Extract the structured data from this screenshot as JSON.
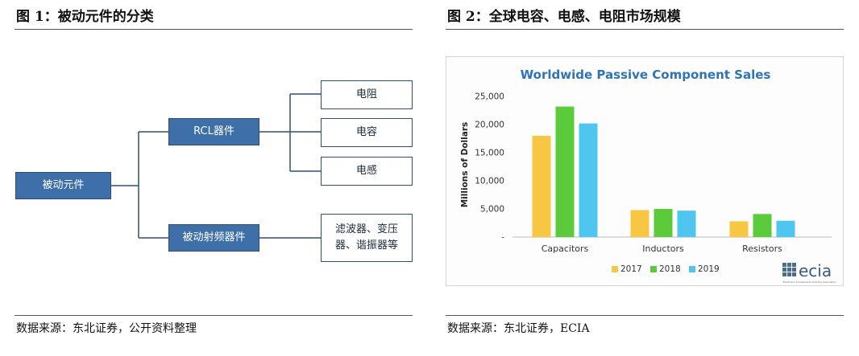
{
  "figure1": {
    "title": "图 1：被动元件的分类",
    "source": "数据来源：东北证券，公开资料整理",
    "tree": {
      "root": "被动元件",
      "branch_rcl": "RCL器件",
      "branch_rf": "被动射频器件",
      "leaf_resistor": "电阻",
      "leaf_capacitor": "电容",
      "leaf_inductor": "电感",
      "leaf_rf_line1": "滤波器、变压",
      "leaf_rf_line2": "器、谐振器等"
    }
  },
  "figure2": {
    "title": "图 2：全球电容、电感、电阻市场规模",
    "source": "数据来源：东北证券，ECIA",
    "logo_text": "ecia",
    "logo_subtext": "Electronic Components Industry Association"
  },
  "chart_data": {
    "type": "bar",
    "title": "Worldwide Passive Component Sales",
    "ylabel": "Millions of Dollars",
    "xlabel": "",
    "categories": [
      "Capacitors",
      "Inductors",
      "Resistors"
    ],
    "series": [
      {
        "name": "2017",
        "values": [
          18000,
          4800,
          2800
        ],
        "color": "#f7c744"
      },
      {
        "name": "2018",
        "values": [
          23200,
          5000,
          4100
        ],
        "color": "#5bcb3b"
      },
      {
        "name": "2019",
        "values": [
          20200,
          4700,
          2900
        ],
        "color": "#4fc6ef"
      }
    ],
    "ylim": [
      0,
      25000
    ],
    "yticks": [
      0,
      5000,
      10000,
      15000,
      20000,
      25000
    ],
    "ytick_labels": [
      "-",
      "5,000",
      "10,000",
      "15,000",
      "20,000",
      "25,000"
    ],
    "grid": false,
    "legend": "bottom-center",
    "title_color": "#2f74b5"
  }
}
